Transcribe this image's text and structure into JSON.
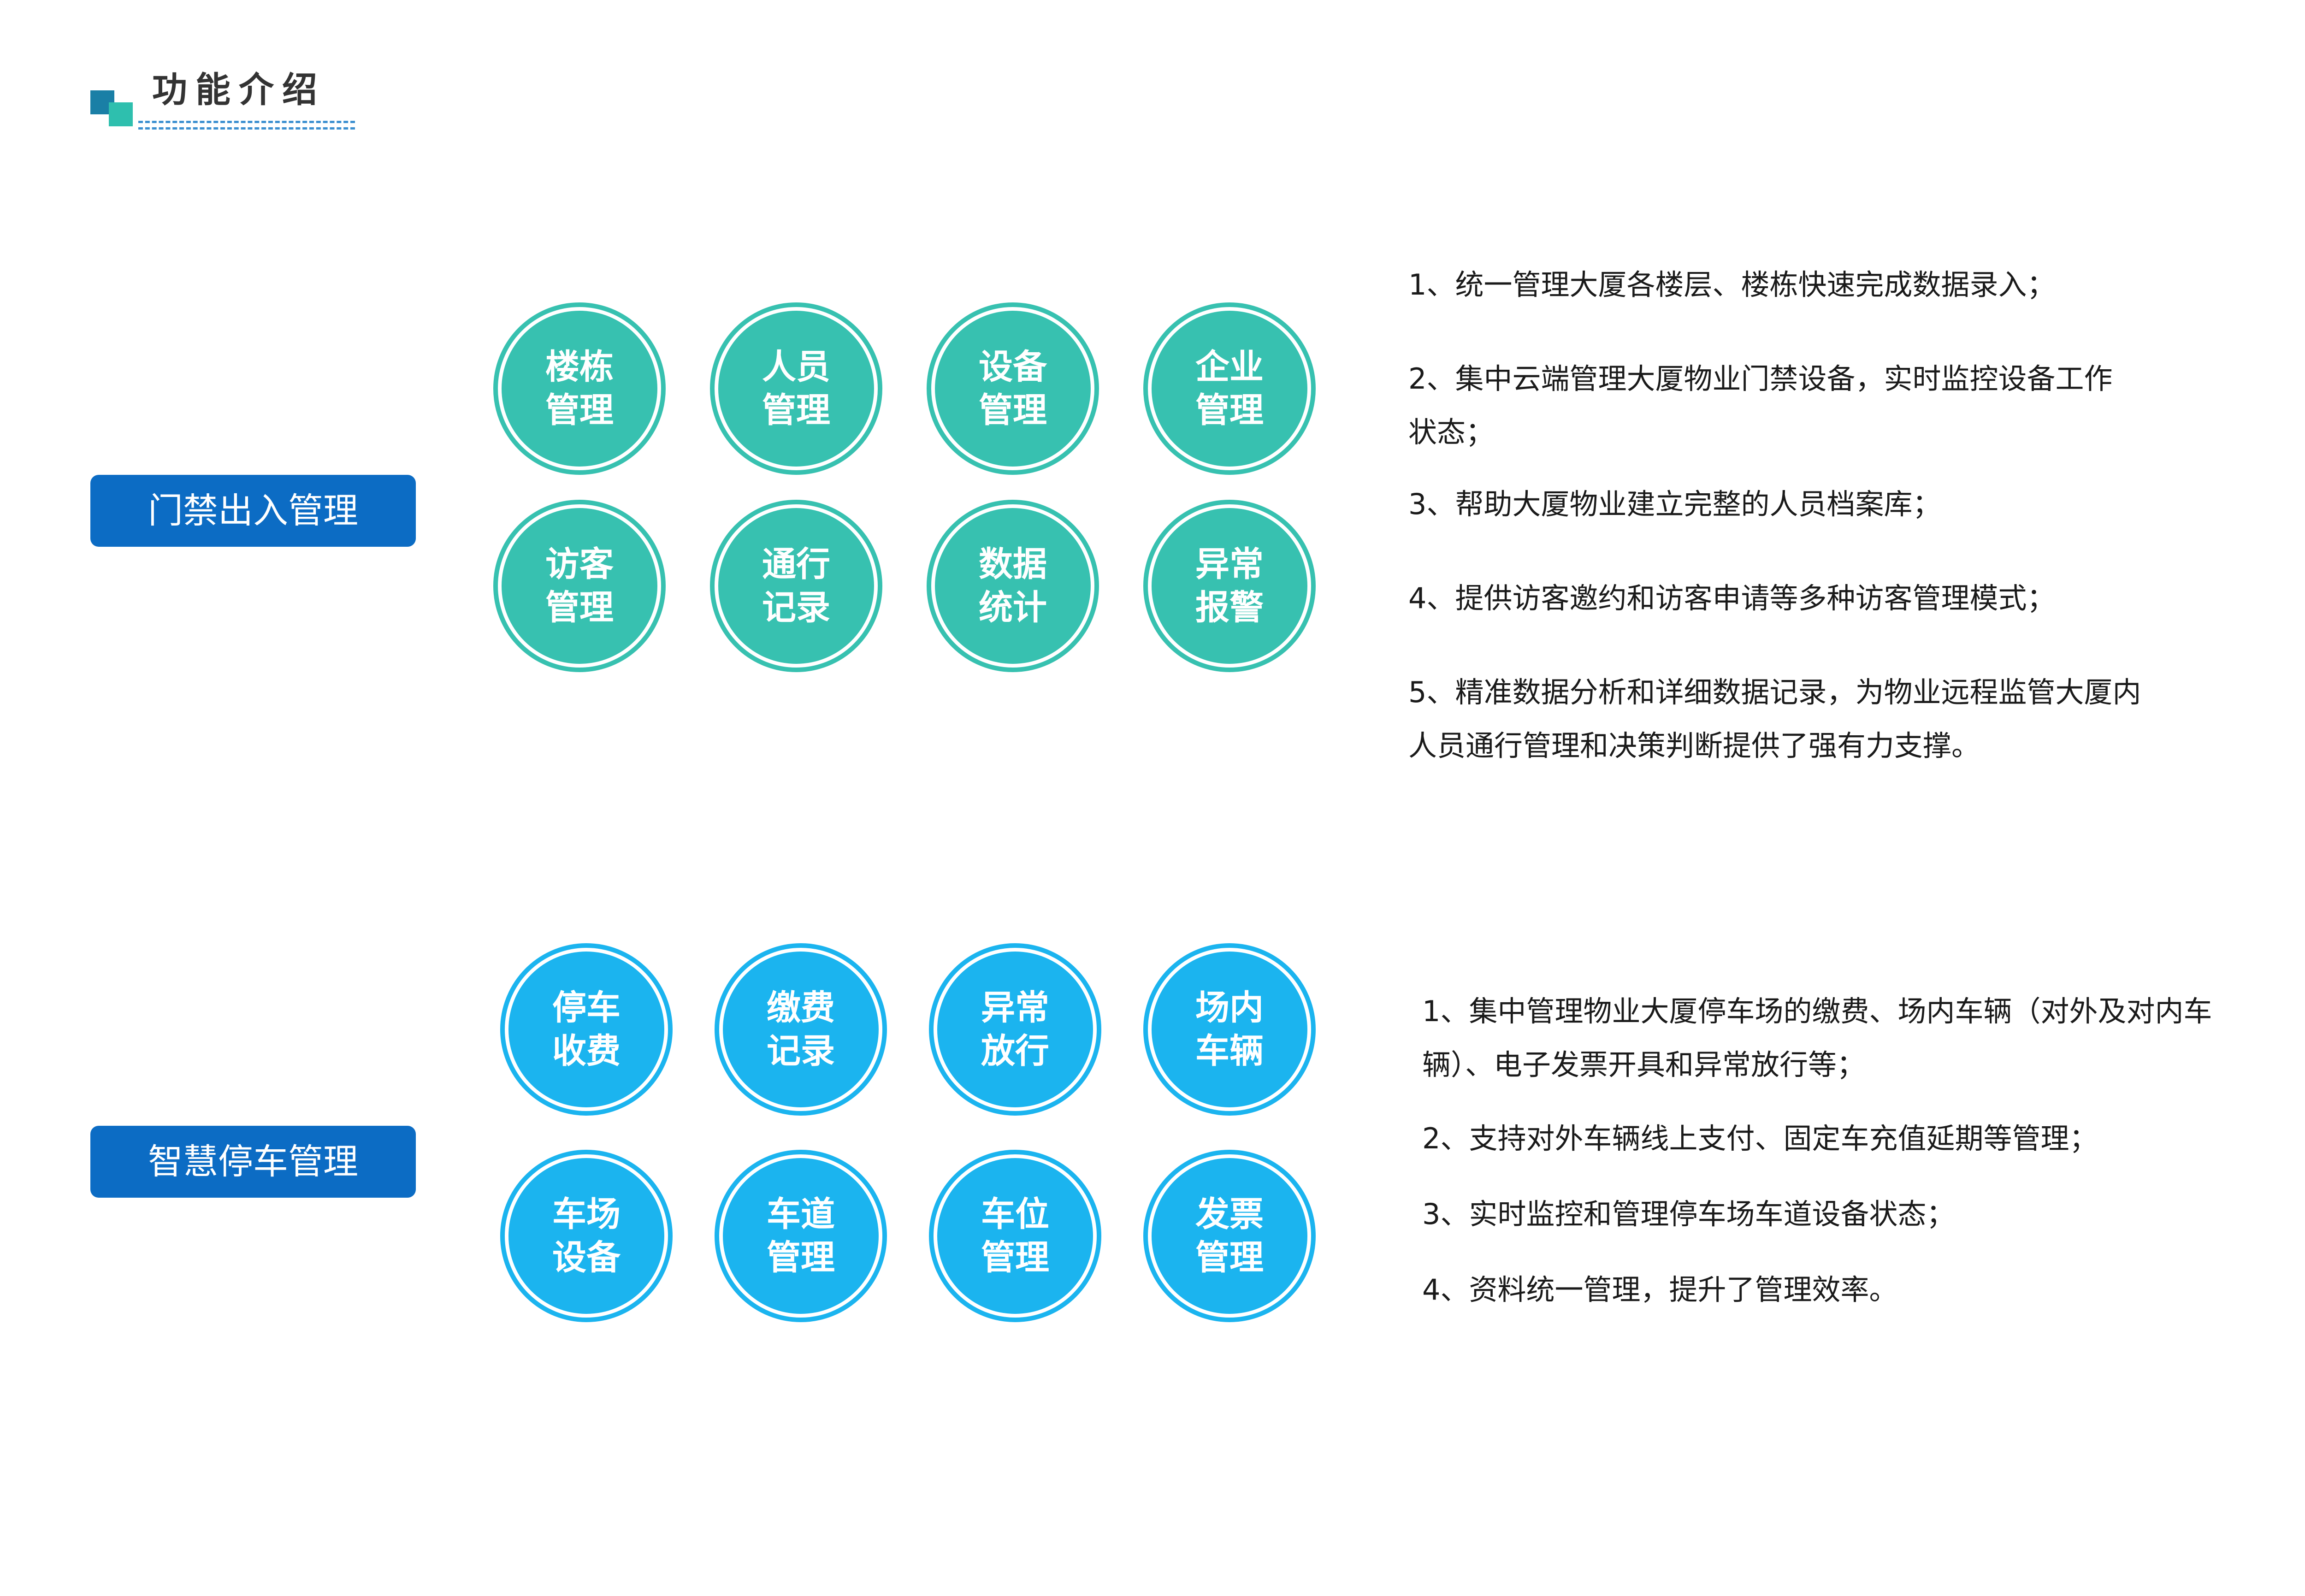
{
  "header": {
    "title": "功能介绍"
  },
  "sections": [
    {
      "label": "门禁出入管理",
      "circles": [
        "楼栋\n管理",
        "人员\n管理",
        "设备\n管理",
        "企业\n管理",
        "访客\n管理",
        "通行\n记录",
        "数据\n统计",
        "异常\n报警"
      ],
      "descriptions": [
        "1、统一管理大厦各楼层、楼栋快速完成数据录入；",
        "2、集中云端管理大厦物业门禁设备，实时监控设备工作",
        "状态；",
        "3、帮助大厦物业建立完整的人员档案库；",
        "4、提供访客邀约和访客申请等多种访客管理模式；",
        "5、精准数据分析和详细数据记录，为物业远程监管大厦内",
        "人员通行管理和决策判断提供了强有力支撑。"
      ]
    },
    {
      "label": "智慧停车管理",
      "circles": [
        "停车\n收费",
        "缴费\n记录",
        "异常\n放行",
        "场内\n车辆",
        "车场\n设备",
        "车道\n管理",
        "车位\n管理",
        "发票\n管理"
      ],
      "descriptions": [
        "1、集中管理物业大厦停车场的缴费、场内车辆（对外及对内车",
        "辆）、电子发票开具和异常放行等；",
        "2、支持对外车辆线上支付、固定车充值延期等管理；",
        "3、实时监控和管理停车场车道设备状态；",
        "4、资料统一管理，提升了管理效率。"
      ]
    }
  ],
  "colors": {
    "teal": "#37c1b0",
    "blue": "#1bb4ef",
    "label_bg": "#0c6cc4",
    "logo_dark": "#1a7fa6",
    "logo_light": "#2ebfae"
  },
  "icons": {
    "logo": "two-squares-icon"
  }
}
